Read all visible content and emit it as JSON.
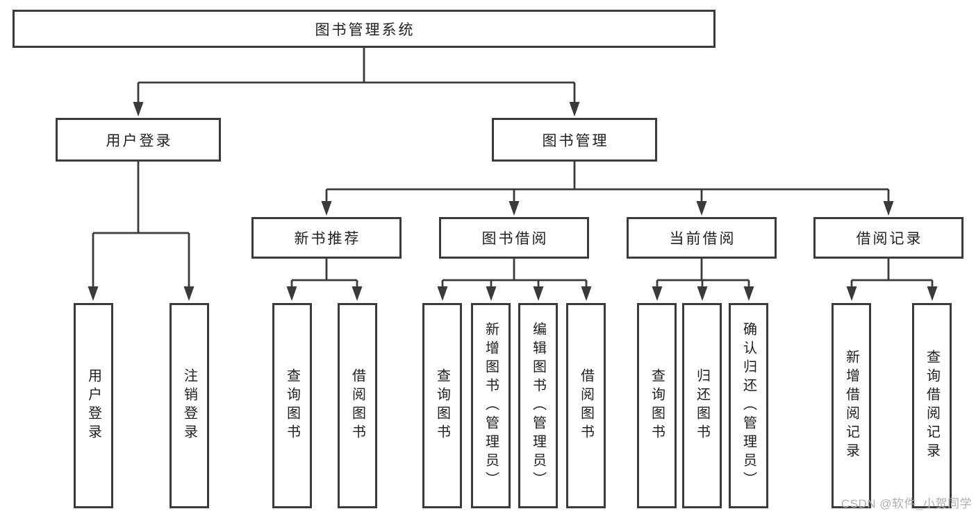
{
  "tree": {
    "root": "图书管理系统",
    "children": [
      {
        "label": "用户登录",
        "leaves": [
          "用户登录",
          "注销登录"
        ]
      },
      {
        "label": "图书管理",
        "groups": [
          {
            "label": "新书推荐",
            "leaves": [
              "查询图书",
              "借阅图书"
            ]
          },
          {
            "label": "图书借阅",
            "leaves": [
              "查询图书",
              "新增图书（管理员）",
              "编辑图书（管理员）",
              "借阅图书"
            ]
          },
          {
            "label": "当前借阅",
            "leaves": [
              "查询图书",
              "归还图书",
              "确认归还（管理员）"
            ]
          },
          {
            "label": "借阅记录",
            "leaves": [
              "新增借阅记录",
              "查询借阅记录"
            ]
          }
        ]
      }
    ]
  },
  "watermark": "CSDN @软件_小贺同学",
  "colors": {
    "line": "#3a3a3a",
    "text": "#1f1f1f",
    "watermark": "#b0b0b0",
    "background": "#ffffff"
  }
}
